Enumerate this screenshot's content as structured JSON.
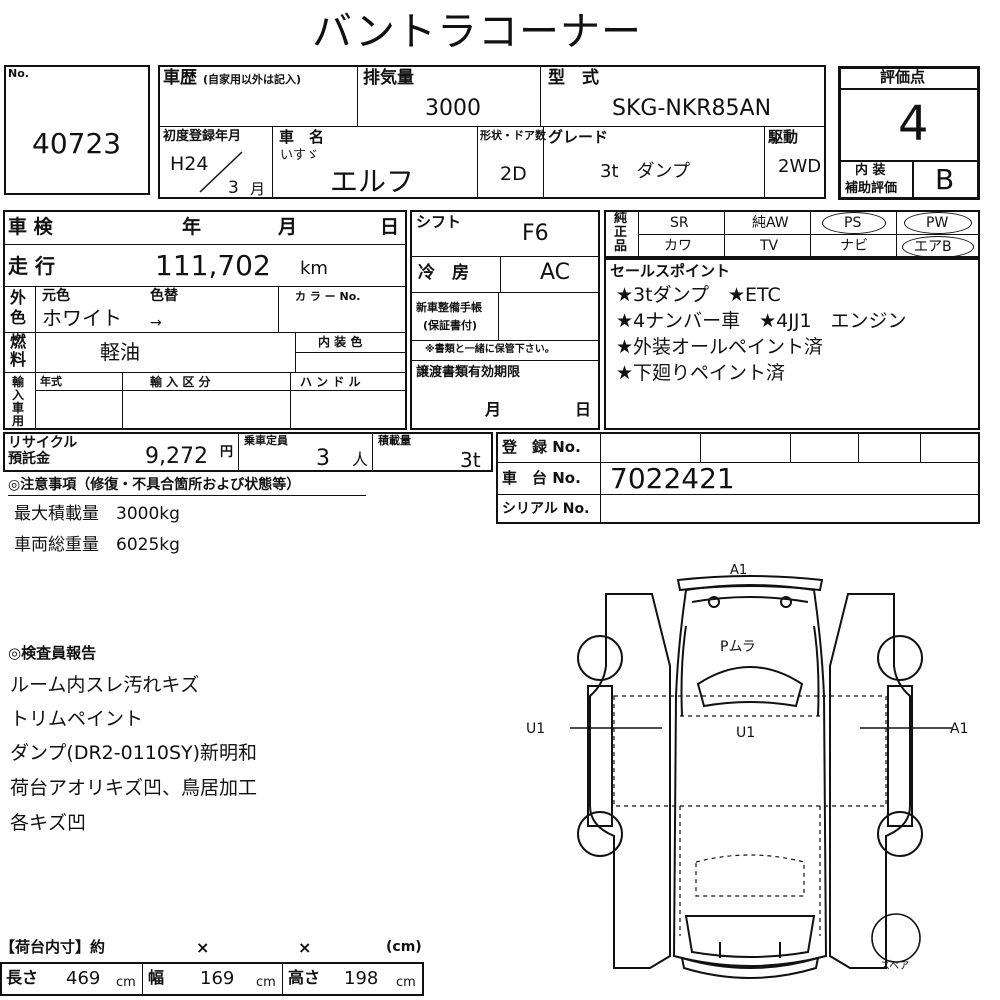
{
  "title": "バントラコーナー",
  "lot": {
    "no_label": "No.",
    "number": "40723"
  },
  "history": {
    "label": "車歴",
    "note": "(自家用以外は記入)"
  },
  "displacement": {
    "label": "排気量",
    "value": "3000"
  },
  "model": {
    "label": "型　式",
    "value": "SKG-NKR85AN"
  },
  "first_reg": {
    "label": "初度登録年月",
    "era_year": "H24",
    "month": "3",
    "month_unit": "月"
  },
  "car_name": {
    "label": "車　名",
    "maker": "いすゞ",
    "value": "エルフ"
  },
  "body_type": {
    "label": "形状・ドア数",
    "value": "2D"
  },
  "grade": {
    "label": "グレード",
    "value": "3t　ダンプ"
  },
  "drive": {
    "label": "駆動",
    "value": "2WD"
  },
  "rating": {
    "label": "評価点",
    "value": "4",
    "interior_label_1": "内 装",
    "interior_label_2": "補助評価",
    "interior_value": "B"
  },
  "inspection": {
    "label": "車 検",
    "year": "年",
    "month": "月",
    "day": "日"
  },
  "mileage": {
    "label": "走 行",
    "value": "111,702",
    "unit": "km"
  },
  "color": {
    "side_1": "外",
    "side_2": "色",
    "original_label": "元色",
    "repaint_label": "色替",
    "color_no_label": "カ ラ ー No.",
    "value": "ホワイト",
    "arrow": "→"
  },
  "fuel": {
    "side_1": "燃",
    "side_2": "料",
    "value": "軽油",
    "interior_color_label": "内 装 色"
  },
  "import": {
    "side_1": "輸",
    "side_2": "入",
    "side_3": "車",
    "side_4": "用",
    "year_label": "年式",
    "category_label": "輸 入 区 分",
    "handle_label": "ハ ン ド ル"
  },
  "shift": {
    "label": "シフト",
    "value": "F6"
  },
  "ac": {
    "label": "冷　房",
    "value": "AC"
  },
  "manual": {
    "label_1": "新車整備手帳",
    "label_2": "(保証書付)",
    "note": "※書類と一緒に保管下さい。"
  },
  "transfer": {
    "label": "譲渡書類有効期限",
    "month": "月",
    "day": "日"
  },
  "equipment": {
    "side_1": "純",
    "side_2": "正",
    "side_3": "品",
    "row1": [
      "SR",
      "純AW",
      "PS",
      "PW"
    ],
    "row2": [
      "カワ",
      "TV",
      "ナビ",
      "エアB"
    ]
  },
  "sales_points": {
    "label": "セールスポイント",
    "lines": [
      "★3tダンプ　★ETC",
      "★4ナンバー車　★4JJ1　エンジン",
      "★外装オールペイント済",
      "★下廻りペイント済"
    ]
  },
  "recycle": {
    "label_1": "リサイクル",
    "label_2": "預託金",
    "value": "9,272",
    "unit": "円"
  },
  "capacity": {
    "label": "乗車定員",
    "value": "3",
    "unit": "人"
  },
  "load": {
    "label": "積載量",
    "value": "3t"
  },
  "registration": {
    "reg_label": "登　録 No.",
    "chassis_label": "車　台 No.",
    "chassis_value": "7022421",
    "serial_label": "シリアル No."
  },
  "notes": {
    "label": "◎注意事項（修復・不具合箇所および状態等）",
    "lines": [
      "最大積載量　3000kg",
      "車両総重量　6025kg"
    ]
  },
  "inspector": {
    "label": "◎検査員報告",
    "lines": [
      "ルーム内スレ汚れキズ",
      "トリムペイント",
      "ダンプ(DR2-0110SY)新明和",
      "荷台アオリキズ凹、鳥居加工",
      "各キズ凹"
    ]
  },
  "diagram": {
    "top": "A1",
    "roof": "Pムラ",
    "left": "U1",
    "center": "U1",
    "right": "A1",
    "spare": "スペア"
  },
  "cargo": {
    "label": "【荷台内寸】約",
    "x1": "×",
    "x2": "×",
    "unit_paren": "(cm)",
    "length_label": "長さ",
    "length": "469",
    "width_label": "幅",
    "width": "169",
    "height_label": "高さ",
    "height": "198",
    "cm": "cm"
  }
}
